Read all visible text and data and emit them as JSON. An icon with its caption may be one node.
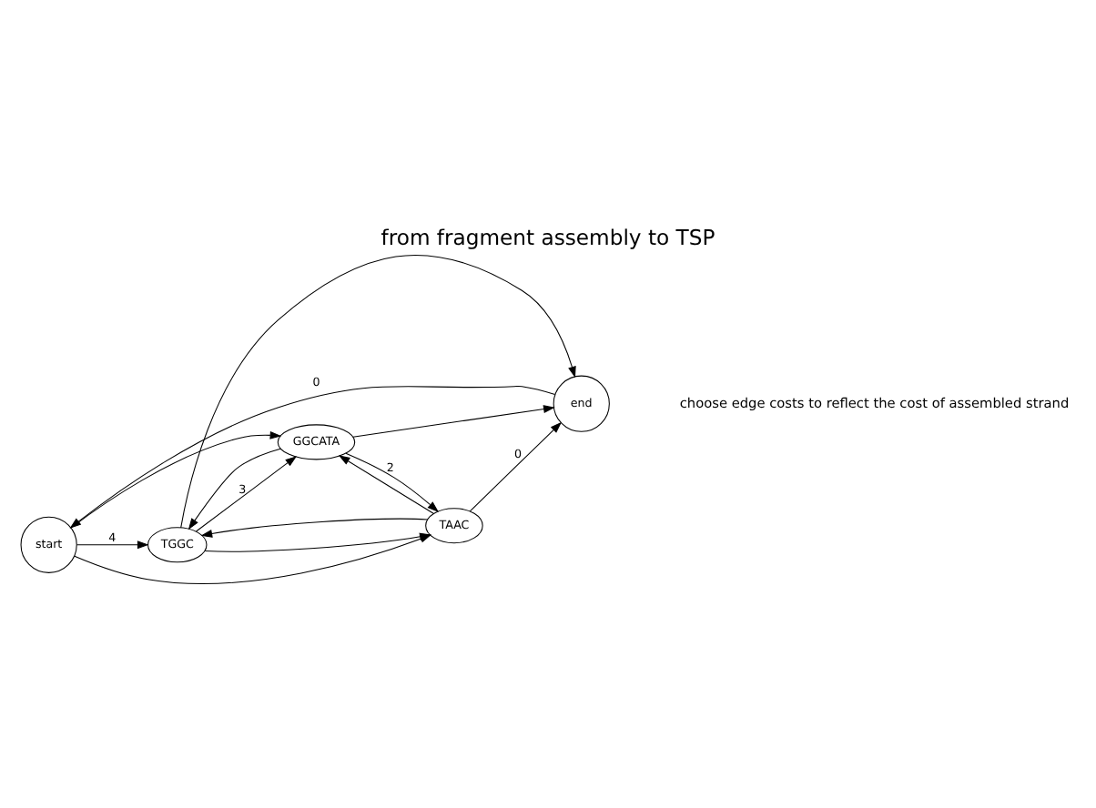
{
  "diagram": {
    "title": "from fragment assembly to TSP",
    "caption": "choose edge costs to reflect the cost of assembled strand",
    "nodes": [
      {
        "text": [
          "start"
        ]
      },
      {
        "text": [
          "TGGC"
        ]
      },
      {
        "text": [
          "end"
        ]
      },
      {
        "text": [
          "GGCATA"
        ]
      },
      {
        "text": [
          "TAAC"
        ]
      }
    ],
    "edges": [
      {
        "from": 2,
        "to": 0,
        "arrow": "to",
        "label": "0"
      },
      {
        "from": 0,
        "to": 1,
        "arrow": "to",
        "label": "4"
      },
      {
        "from": 1,
        "to": 2,
        "arrow": "to"
      },
      {
        "from": 0,
        "to": 3,
        "arrow": "to"
      },
      {
        "from": 3,
        "to": 1,
        "arrow": "to"
      },
      {
        "from": 1,
        "to": 3,
        "arrow": "to",
        "label": "3"
      },
      {
        "from": 1,
        "to": 4,
        "arrow": "to"
      },
      {
        "from": 4,
        "to": 1,
        "arrow": "to"
      },
      {
        "from": 3,
        "to": 4,
        "arrow": "to",
        "label": "2"
      },
      {
        "from": 4,
        "to": 3,
        "arrow": "to"
      },
      {
        "from": 4,
        "to": 2,
        "arrow": "to",
        "label": "0"
      },
      {
        "from": 0,
        "to": 4,
        "arrow": "to"
      },
      {
        "from": 3,
        "to": 2,
        "arrow": "to"
      }
    ]
  }
}
